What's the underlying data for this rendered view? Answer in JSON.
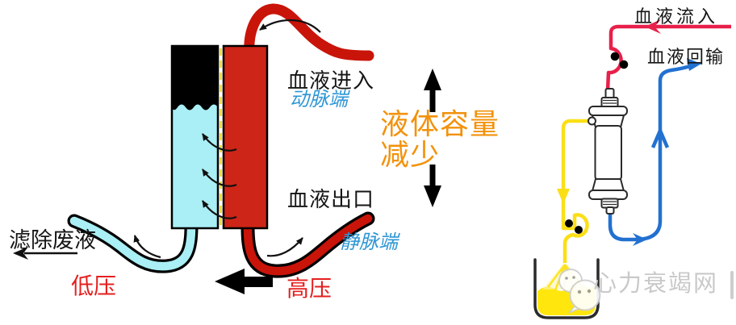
{
  "left_diagram": {
    "blood_in_label": "血液进入",
    "arterial_end_label": "动脉端",
    "volume_label_line1": "液体容量",
    "volume_label_line2": "减少",
    "blood_out_label": "血液出口",
    "venous_end_label": "静脉端",
    "waste_label": "滤除废液",
    "low_pressure_label": "低压",
    "high_pressure_label": "高压"
  },
  "right_diagram": {
    "blood_inflow_label": "血液流入",
    "blood_return_label": "血液回输"
  },
  "watermark": {
    "text": "心力衰竭网"
  },
  "colors": {
    "blood_column_red": "#cd2517",
    "blood_tube_red": "#c9140a",
    "dialysate_cyan": "#a9eff5",
    "membrane_dash_yellow": "#eedc4a",
    "volume_text_orange": "#f2920c",
    "vessel_label_blue": "#2e96d5",
    "pressure_text_red": "#e51f1f",
    "circuit_red": "#e8204a",
    "circuit_blue": "#2271d1",
    "circuit_yellow": "#fbdf16",
    "beaker_fluid_yellow": "#ffe60d",
    "watermark_gray": "#c9c9c9"
  }
}
